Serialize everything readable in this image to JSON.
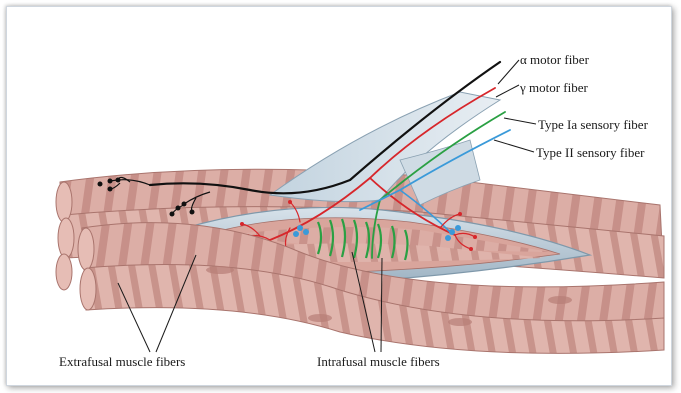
{
  "labels": {
    "alpha_motor": "α motor fiber",
    "gamma_motor": "γ motor fiber",
    "type_ia": "Type Ia sensory fiber",
    "type_ii": "Type II sensory fiber",
    "extrafusal": "Extrafusal muscle fibers",
    "intrafusal": "Intrafusal muscle fibers"
  },
  "colors": {
    "muscle": "#d9a9a1",
    "muscle_stripe": "#c58f88",
    "capsule": "#b9c9d6",
    "alpha_fiber": "#111111",
    "gamma_fiber": "#d7262b",
    "ia_fiber": "#2aa043",
    "ii_fiber": "#3a9ad9"
  }
}
